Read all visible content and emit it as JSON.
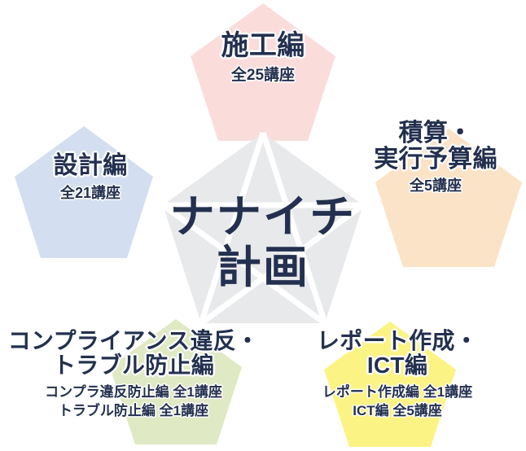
{
  "diagram": {
    "title": "ナナイチ計画",
    "center": {
      "lines": [
        "ナナイチ",
        "計画"
      ],
      "shape": "pentagon",
      "fill": "#e8e9eb",
      "line_color": "#ffffff",
      "text_color": "#23304f"
    },
    "nodes": [
      {
        "id": "construction",
        "position": "top",
        "title_lines": [
          "施工編"
        ],
        "sub_lines": [
          "全25講座"
        ],
        "fill": "#fadddb",
        "text_color": "#23304f"
      },
      {
        "id": "design",
        "position": "left",
        "title_lines": [
          "設計編"
        ],
        "sub_lines": [
          "全21講座"
        ],
        "fill": "#d3dff0",
        "text_color": "#23304f"
      },
      {
        "id": "estimate-budget",
        "position": "right",
        "title_lines": [
          "積算・",
          "実行予算編"
        ],
        "sub_lines": [
          "全5講座"
        ],
        "fill": "#fbe3c7",
        "text_color": "#23304f"
      },
      {
        "id": "compliance-trouble",
        "position": "bottom-left",
        "title_lines": [
          "コンプライアンス違反・",
          "トラブル防止編"
        ],
        "sub_lines": [
          "コンプラ違反防止編 全1講座",
          "トラブル防止編 全1講座"
        ],
        "fill": "#dfe9c4",
        "text_color": "#23304f"
      },
      {
        "id": "report-ict",
        "position": "bottom-right",
        "title_lines": [
          "レポート作成・",
          "ICT編"
        ],
        "sub_lines": [
          "レポート作成編 全1講座",
          "ICT編 全5講座"
        ],
        "fill": "#fcf385",
        "text_color": "#23304f"
      }
    ]
  }
}
